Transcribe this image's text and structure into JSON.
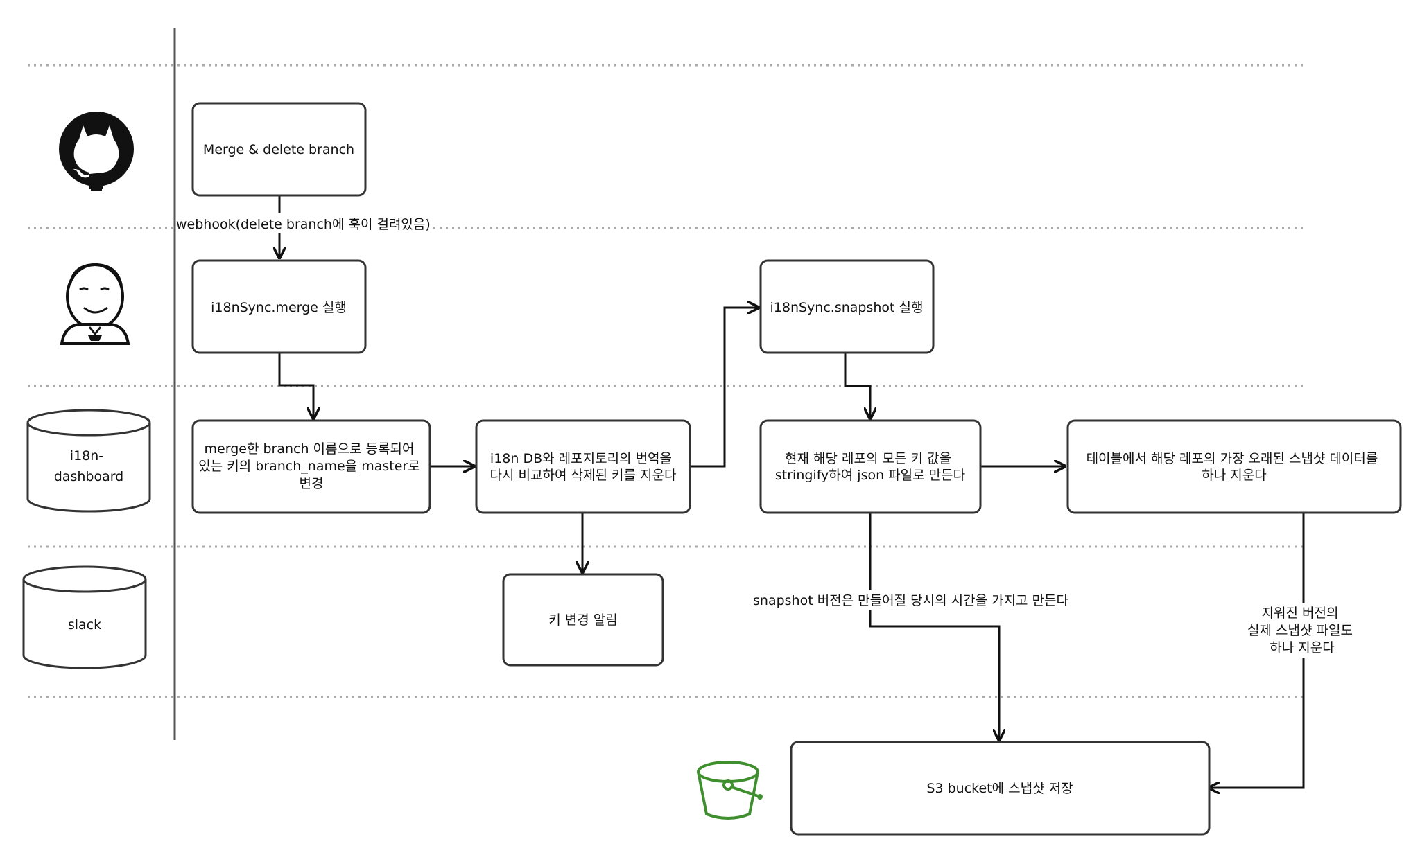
{
  "lanes": {
    "dashboard_label": [
      "i18n-",
      "dashboard"
    ],
    "slack_label": [
      "slack"
    ]
  },
  "nodes": {
    "merge_branch": [
      "Merge & delete branch"
    ],
    "merge_run": [
      "i18nSync.merge 실행"
    ],
    "rename_keys": [
      "merge한 branch 이름으로 등록되어",
      "있는 키의 branch_name을 master로",
      "변경"
    ],
    "compare_delete": [
      "i18n DB와 레포지토리의 번역을",
      "다시 비교하여 삭제된 키를 지운다"
    ],
    "key_alert": [
      "키 변경 알림"
    ],
    "snapshot_run": [
      "i18nSync.snapshot 실행"
    ],
    "make_json": [
      "현재 해당 레포의 모든 키 값을",
      "stringify하여 json 파일로 만든다"
    ],
    "delete_oldest": [
      "테이블에서 해당 레포의 가장 오래된 스냅샷 데이터를",
      "하나 지운다"
    ],
    "s3_save": [
      "S3 bucket에 스냅샷 저장"
    ]
  },
  "edges": {
    "webhook": [
      "webhook(delete branch에 훅이 걸려있음)"
    ],
    "snapshot_version": [
      "snapshot 버전은 만들어질 당시의 시간을 가지고 만든다"
    ],
    "delete_file": [
      "지워진 버전의",
      "실제 스냅샷 파일도",
      "하나 지운다"
    ]
  },
  "icons": {
    "github": "github-icon",
    "jenkins": "jenkins-icon",
    "database": "database-icon",
    "bucket": "s3-bucket-icon"
  },
  "colors": {
    "line": "#111111",
    "box_border": "#333333",
    "lane_divider": "#aaaaaa",
    "bucket": "#3f8f2f"
  }
}
